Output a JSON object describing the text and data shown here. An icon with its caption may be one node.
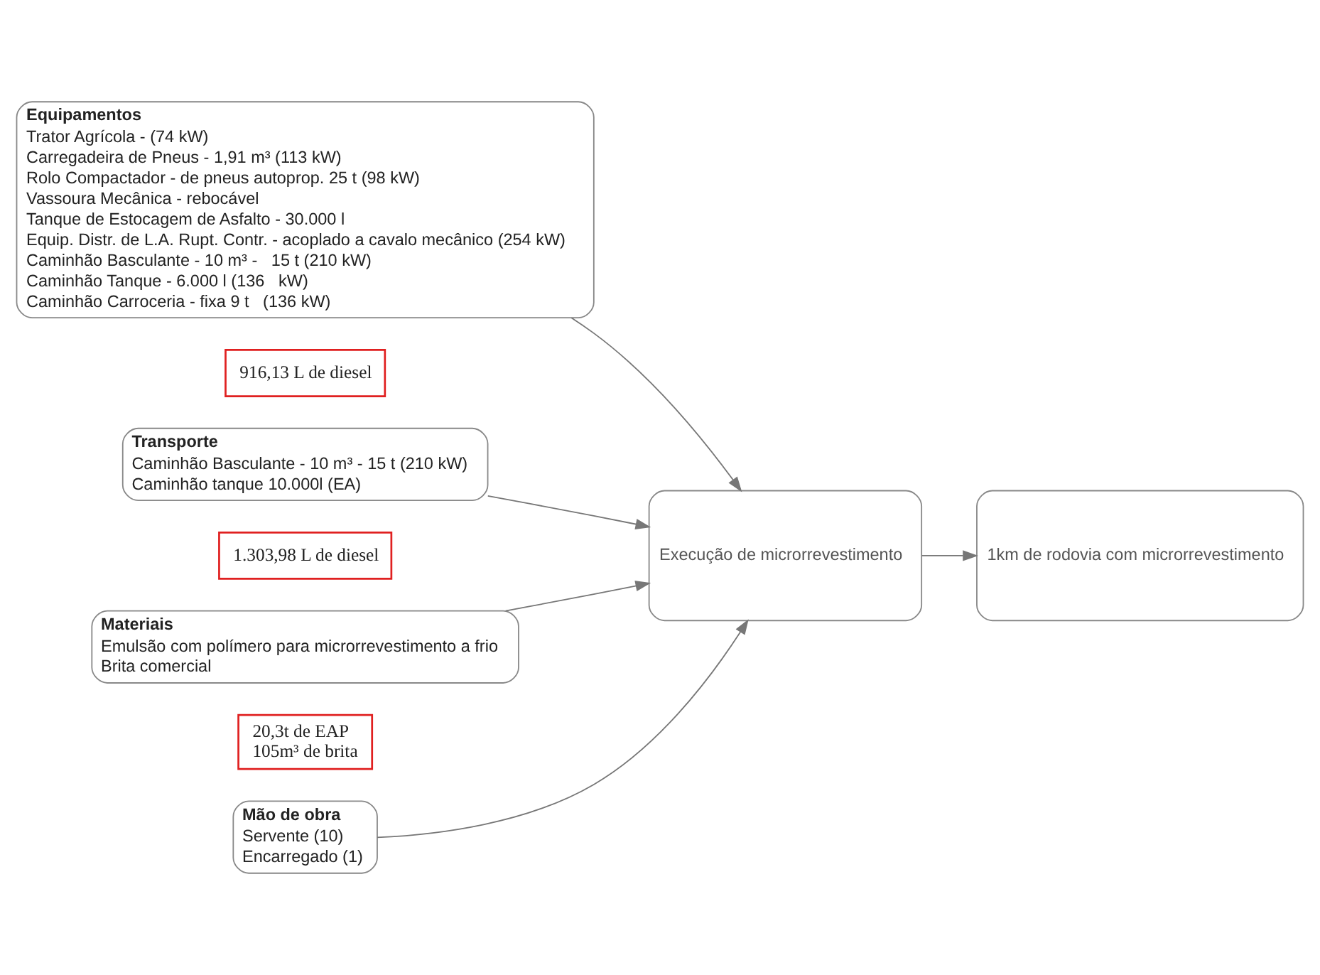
{
  "diagram": {
    "nodes": [
      {
        "text": [
          "Equipamentos",
          "Trator Agrícola - (74 kW)",
          "Carregadeira de Pneus - 1,91 m³ (113 kW)",
          "Rolo Compactador - de pneus autoprop. 25 t (98 kW)",
          "Vassoura Mecânica - rebocável",
          "Tanque de Estocagem de Asfalto - 30.000 l",
          "Equip. Distr. de L.A. Rupt. Contr. - acoplado a cavalo mecânico (254 kW)",
          "Caminhão Basculante - 10 m³ -   15 t (210 kW)",
          "Caminhão Tanque - 6.000 l (136   kW)",
          "Caminhão Carroceria - fixa 9 t   (136 kW)"
        ]
      },
      {
        "text": [
          "916,13 L de diesel"
        ]
      },
      {
        "text": [
          "1.303,98 L de diesel"
        ]
      },
      {
        "text": [
          "Transporte",
          "Caminhão Basculante - 10 m³ - 15 t (210 kW)",
          "Caminhão tanque 10.000l (EA)"
        ]
      },
      {
        "text": [
          "Materiais",
          "Emulsão com polímero para microrrevestimento a frio",
          "Brita comercial"
        ]
      },
      {
        "text": [
          "20,3t de EAP",
          "105m³ de brita"
        ]
      },
      {
        "text": [
          "Execução de microrrevestimento"
        ]
      },
      {
        "text": [
          "1km de rodovia com microrrevestimento"
        ]
      },
      {
        "text": [
          "Mão de obra",
          "Servente (10)",
          "Encarregado (1)"
        ]
      }
    ],
    "edges": [
      {
        "from": 0,
        "to": 6,
        "arrow": "to"
      },
      {
        "from": 3,
        "to": 6,
        "arrow": "to"
      },
      {
        "from": 4,
        "to": 6,
        "arrow": "to"
      },
      {
        "from": 8,
        "to": 6,
        "arrow": "to"
      },
      {
        "from": 6,
        "to": 7,
        "arrow": "to"
      }
    ]
  }
}
